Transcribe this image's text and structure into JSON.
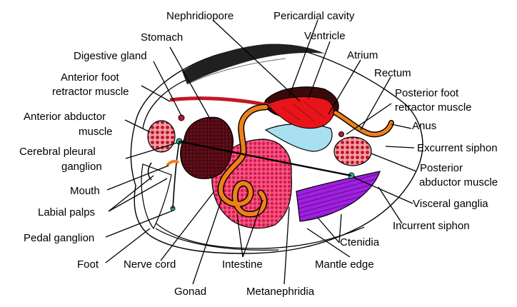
{
  "colors": {
    "background": "#ffffff",
    "outline": "#000000",
    "heart_red": "#e8141a",
    "pericardial_dark": "#3a0a0a",
    "stomach_maroon": "#5a0c14",
    "gonad_pink": "#e0245a",
    "muscle_pink": "#f0a0a0",
    "muscle_dot": "#c01030",
    "intestine_orange": "#f08018",
    "nephridia_blue": "#a8e0f0",
    "ctenidia_purple": "#a020e0",
    "ganglion_green": "#20c0a0",
    "shell_dark": "#202020"
  },
  "labels": {
    "nephridiopore": "Nephridiopore",
    "pericardial_cavity": "Pericardial cavity",
    "stomach": "Stomach",
    "ventricle": "Ventricle",
    "digestive_gland": "Digestive gland",
    "atrium": "Atrium",
    "anterior_foot_retractor_1": "Anterior foot",
    "anterior_foot_retractor_2": "retractor muscle",
    "rectum": "Rectum",
    "posterior_foot_retractor_1": "Posterior foot",
    "posterior_foot_retractor_2": "retractor muscle",
    "anterior_abductor_1": "Anterior abductor",
    "anterior_abductor_2": "muscle",
    "anus": "Anus",
    "excurrent_siphon": "Excurrent siphon",
    "cerebral_pleural_1": "Cerebral pleural",
    "cerebral_pleural_2": "ganglion",
    "posterior_abductor_1": "Posterior",
    "posterior_abductor_2": "abductor muscle",
    "mouth": "Mouth",
    "visceral_ganglia": "Visceral ganglia",
    "labial_palps": "Labial palps",
    "incurrent_siphon": "Incurrent siphon",
    "pedal_ganglion": "Pedal ganglion",
    "ctenidia": "Ctenidia",
    "foot": "Foot",
    "nerve_cord": "Nerve cord",
    "intestine": "Intestine",
    "mantle_edge": "Mantle edge",
    "gonad": "Gonad",
    "metanephridia": "Metanephridia"
  }
}
